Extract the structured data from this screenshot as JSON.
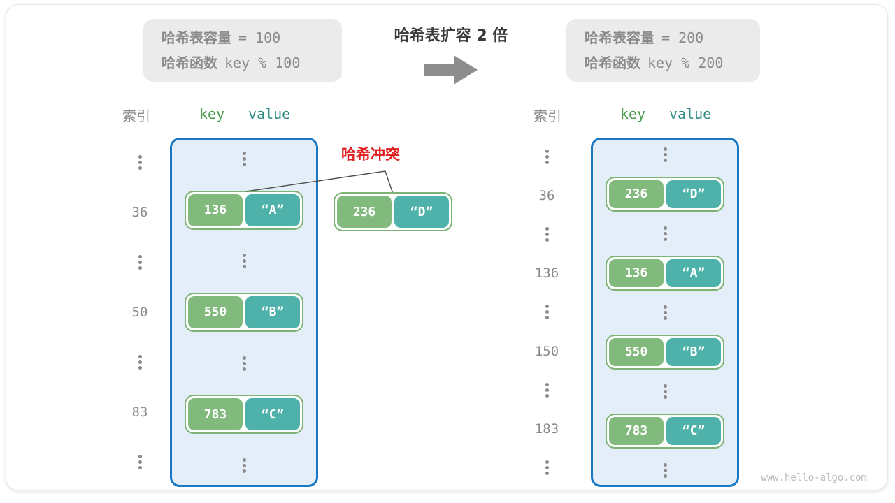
{
  "before_box": {
    "line1_label": "哈希表容量",
    "line1_value": "= 100",
    "line2_label": "哈希函数",
    "line2_value": "key % 100"
  },
  "after_box": {
    "line1_label": "哈希表容量",
    "line1_value": "= 200",
    "line2_label": "哈希函数",
    "line2_value": "key % 200"
  },
  "transition": {
    "title": "哈希表扩容 2 倍",
    "arrow_icon": "right-block-arrow",
    "arrow_color": "#8d8d8d"
  },
  "collision": {
    "label": "哈希冲突",
    "key": "236",
    "value": "“D”"
  },
  "left_table": {
    "index_header": "索引",
    "key_header": "key",
    "value_header": "value",
    "rows": [
      {
        "type": "dots"
      },
      {
        "index": "36",
        "key": "136",
        "value": "“A”"
      },
      {
        "type": "dots"
      },
      {
        "index": "50",
        "key": "550",
        "value": "“B”"
      },
      {
        "type": "dots"
      },
      {
        "index": "83",
        "key": "783",
        "value": "“C”"
      },
      {
        "type": "dots"
      }
    ]
  },
  "right_table": {
    "index_header": "索引",
    "key_header": "key",
    "value_header": "value",
    "rows": [
      {
        "type": "dots"
      },
      {
        "index": "36",
        "key": "236",
        "value": "“D”"
      },
      {
        "type": "dots"
      },
      {
        "index": "136",
        "key": "136",
        "value": "“A”"
      },
      {
        "type": "dots"
      },
      {
        "index": "150",
        "key": "550",
        "value": "“B”"
      },
      {
        "type": "dots"
      },
      {
        "index": "183",
        "key": "783",
        "value": "“C”"
      },
      {
        "type": "dots"
      }
    ]
  },
  "colors": {
    "bucket_fill": "#e4eef8",
    "bucket_border": "#1878c4",
    "pair_border": "#7eb377",
    "key_fill": "#82b97c",
    "value_fill": "#4eb2aa",
    "collision_red": "#e01f1f",
    "muted_gray": "#8a8a8a"
  },
  "watermark": "www.hello-algo.com"
}
